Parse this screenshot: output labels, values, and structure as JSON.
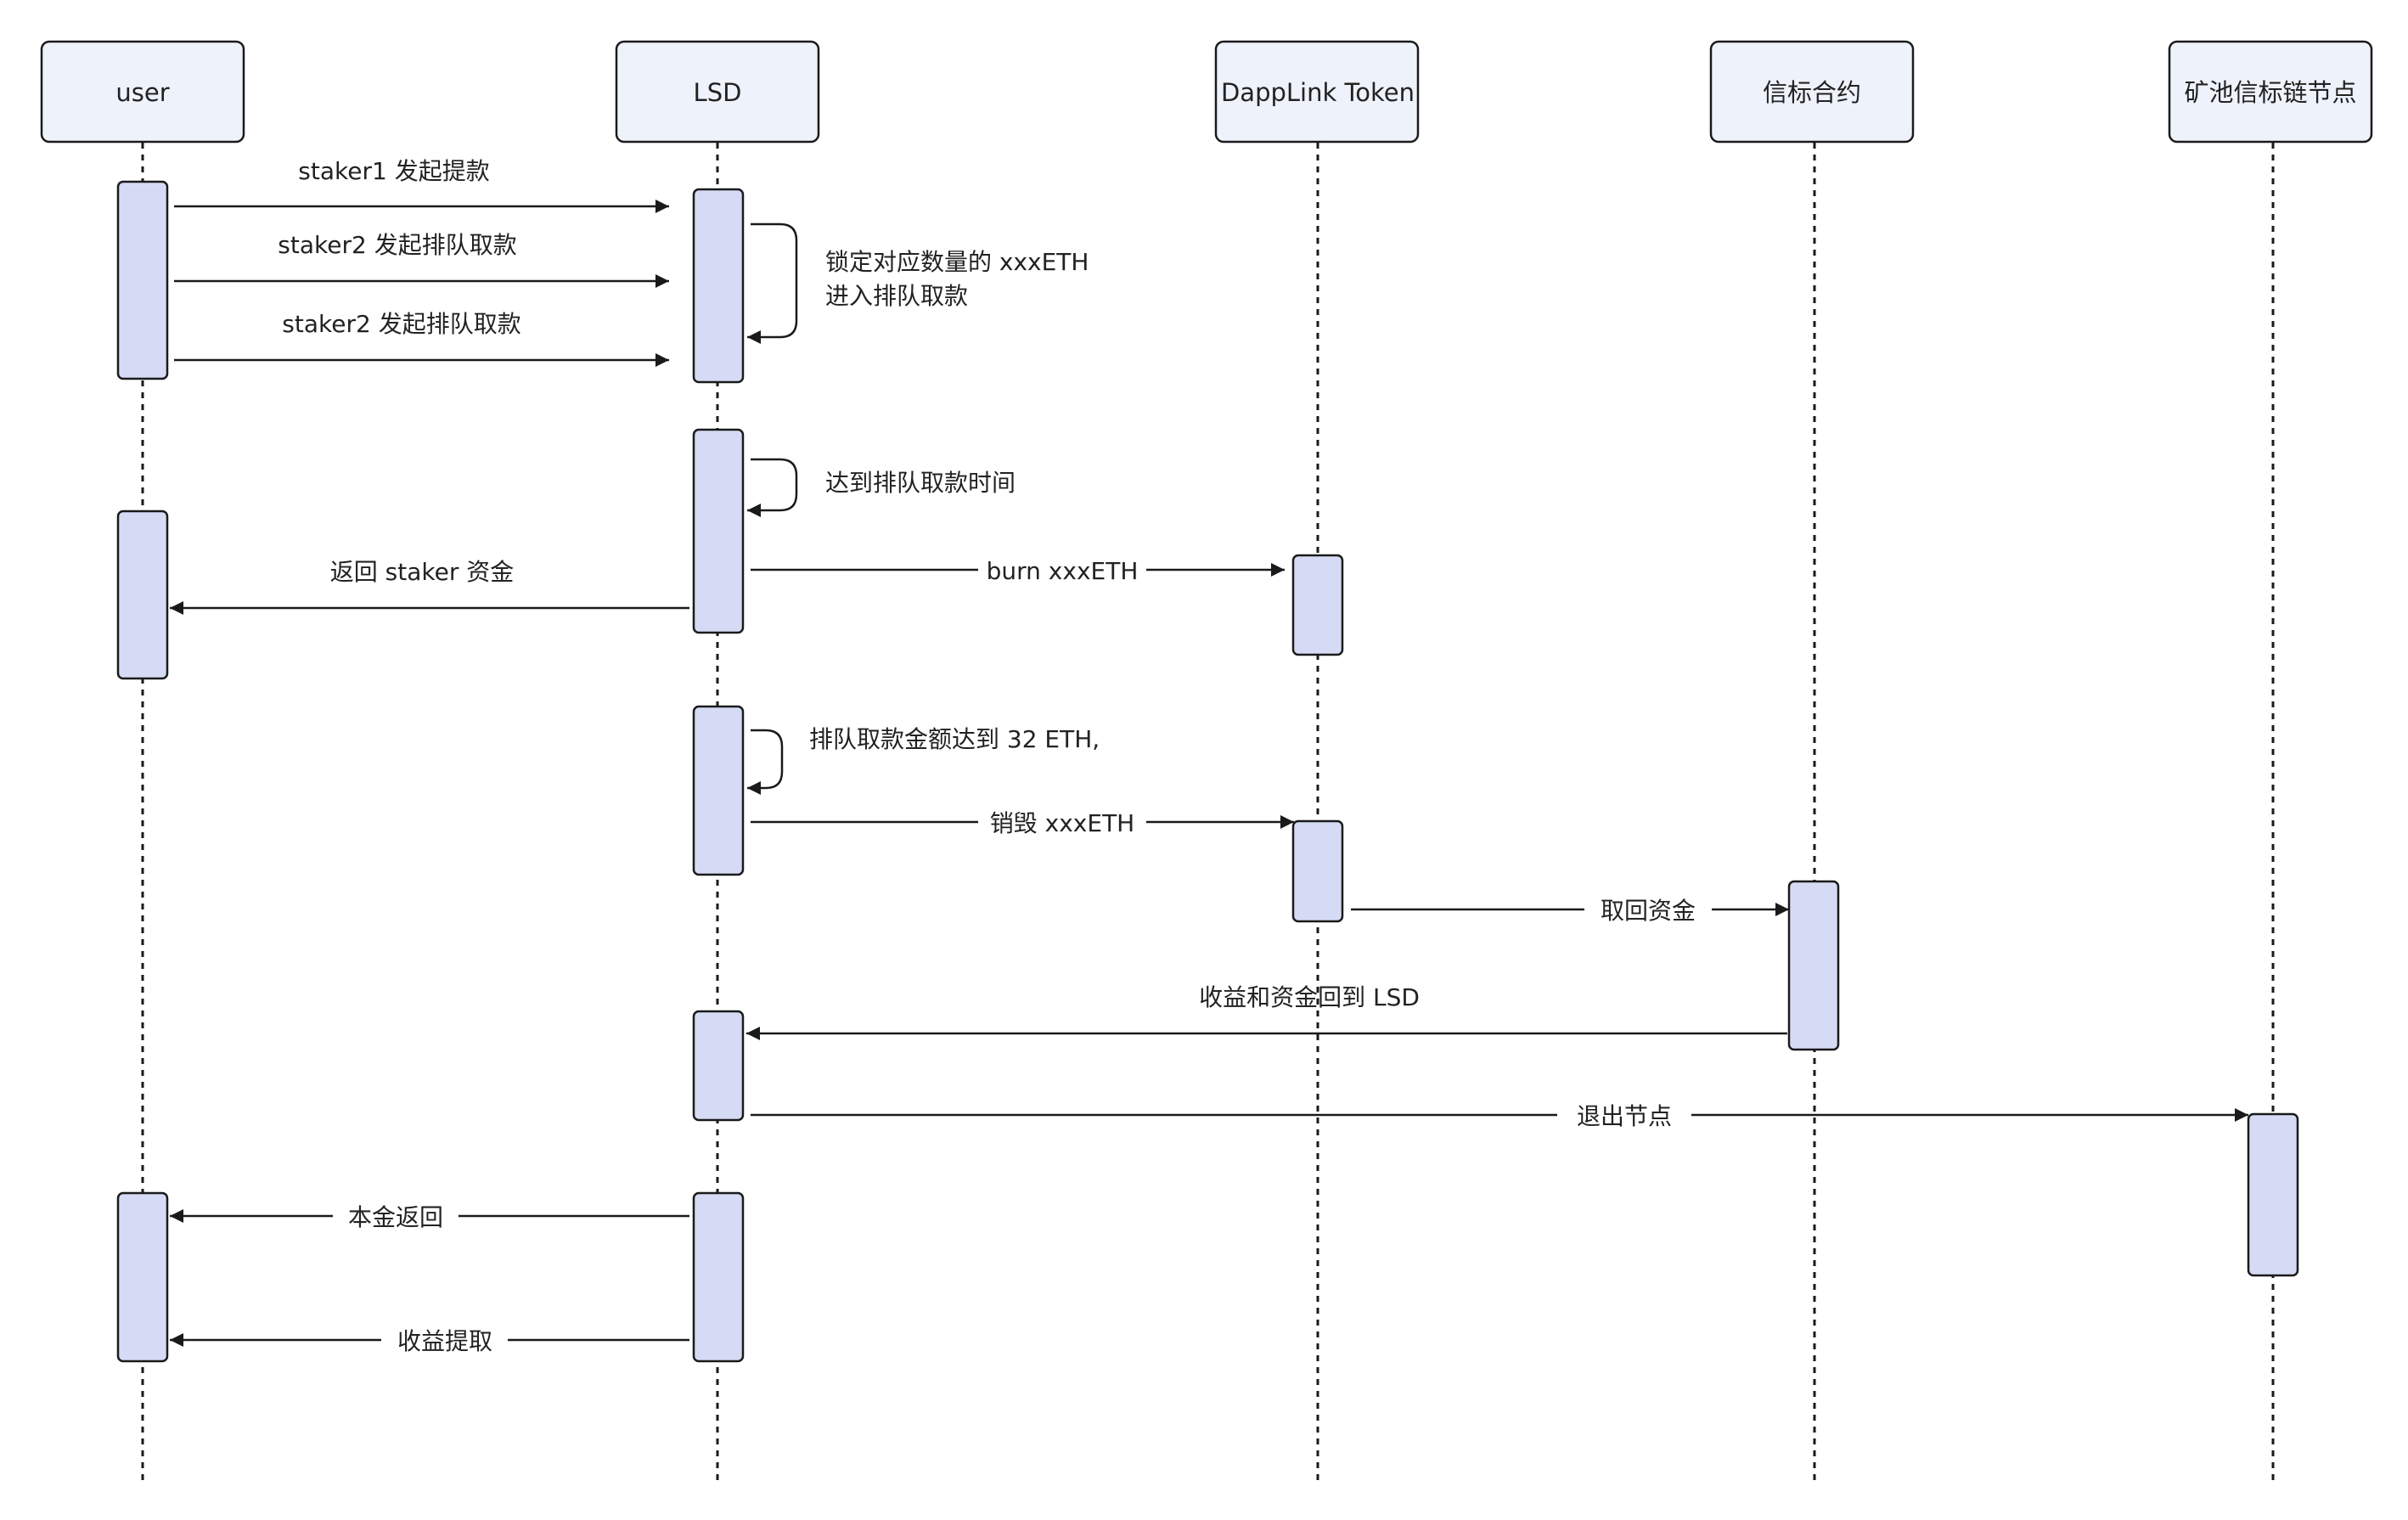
{
  "diagram": {
    "participants": [
      {
        "id": "user",
        "label": "user"
      },
      {
        "id": "lsd",
        "label": "LSD"
      },
      {
        "id": "token",
        "label": "DappLink Token"
      },
      {
        "id": "beacon",
        "label": "信标合约"
      },
      {
        "id": "node",
        "label": "矿池信标链节点"
      }
    ],
    "messages": [
      {
        "label": "staker1 发起提款"
      },
      {
        "label": "staker2 发起排队取款"
      },
      {
        "label": "staker2 发起排队取款"
      },
      {
        "label": "锁定对应数量的 xxxETH"
      },
      {
        "label": "进入排队取款"
      },
      {
        "label": "达到排队取款时间"
      },
      {
        "label": "返回 staker 资金"
      },
      {
        "label": "burn xxxETH"
      },
      {
        "label": "排队取款金额达到 32 ETH,"
      },
      {
        "label": "销毁 xxxETH"
      },
      {
        "label": "取回资金"
      },
      {
        "label": "收益和资金回到 LSD"
      },
      {
        "label": "退出节点"
      },
      {
        "label": "本金返回"
      },
      {
        "label": "收益提取"
      }
    ],
    "colors": {
      "header_fill": "#eef2fb",
      "activation_fill": "#d5dbf4",
      "stroke": "#1a1a1a",
      "text": "#222222"
    }
  }
}
